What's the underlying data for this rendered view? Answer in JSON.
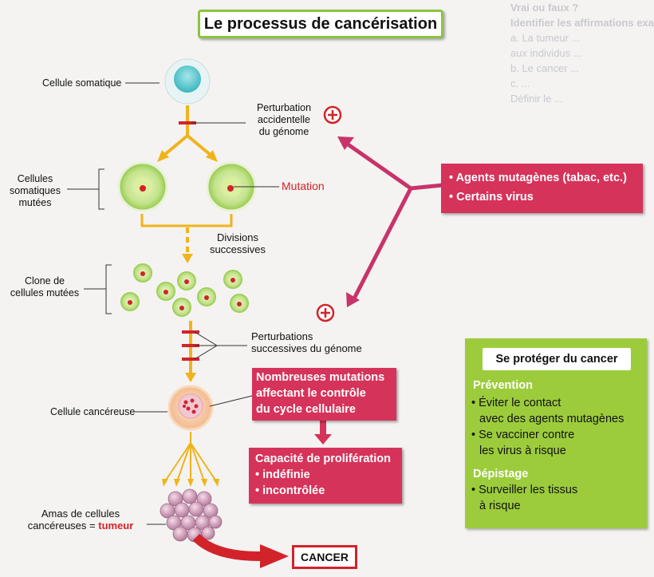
{
  "title": "Le processus de cancérisation",
  "labels": {
    "somatic_cell": "Cellule somatique",
    "perturbation_accidental": [
      "Perturbation",
      "accidentelle",
      "du génome"
    ],
    "mutated_cells": [
      "Cellules",
      "somatiques",
      "mutées"
    ],
    "mutation": "Mutation",
    "successive_divisions": [
      "Divisions",
      "successives"
    ],
    "mutated_clone": [
      "Clone de",
      "cellules mutées"
    ],
    "successive_perturbations": [
      "Perturbations",
      "successives du génome"
    ],
    "cancer_cell": "Cellule cancéreuse",
    "cluster": [
      "Amas de cellules",
      "cancéreuses = "
    ],
    "tumor": "tumeur",
    "cancer": "CANCER"
  },
  "agents_box": {
    "items": [
      "Agents mutagènes (tabac, etc.)",
      "Certains virus"
    ]
  },
  "mutations_box": {
    "lines": [
      "Nombreuses mutations",
      "affectant le contrôle",
      "du cycle cellulaire"
    ]
  },
  "proliferation_box": {
    "lines": [
      "Capacité de prolifération",
      "indéfinie",
      "incontrôlée"
    ]
  },
  "protect_panel": {
    "title": "Se protéger du cancer",
    "prevention_title": "Prévention",
    "prevention": [
      "• Éviter le contact",
      "avec des agents mutagènes",
      "• Se vacciner contre",
      "les virus à risque"
    ],
    "screening_title": "Dépistage",
    "screening": [
      "• Surveiller les tissus",
      "à risque"
    ]
  },
  "plus_symbol": "+",
  "colors": {
    "accent_red": "#d2232a",
    "box_red": "#d6335a",
    "green_panel": "#9ccc3c",
    "arrow_yellow": "#f0b31b",
    "cell_green": "#b6dc6e"
  },
  "background_text": [
    "Vrai ou faux ?",
    "Identifier les affirmations exactes.",
    "a. La tumeur ...",
    "aux individus ...",
    "b. Le cancer ...",
    "c. ...",
    "Définir le ..."
  ]
}
